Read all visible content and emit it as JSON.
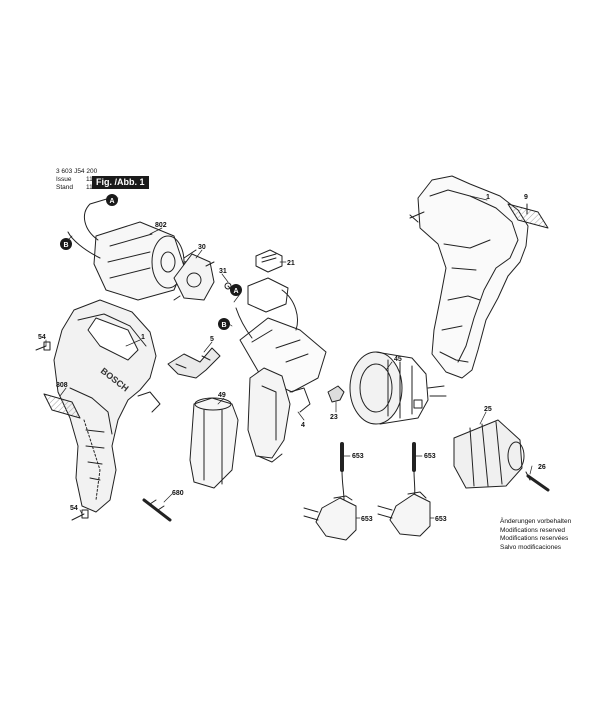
{
  "header": {
    "part_number": "3 603 J54 200",
    "issue_label": "Issue",
    "issue_value": "11-09-07",
    "stand_label": "Stand",
    "stand_value": "11-09-08",
    "figure_label": "Fig. /Abb. 1"
  },
  "notice": {
    "lines": [
      "Änderungen vorbehalten",
      "Modifications reserved",
      "Modifications reservées",
      "Salvo modificaciones"
    ]
  },
  "brand_text": "BOSCH",
  "connectors": {
    "a": "A",
    "b": "B"
  },
  "labels": {
    "housing_right": "1",
    "label_9": "9",
    "motor": "802",
    "gear_30": "30",
    "switch_21": "21",
    "screw_31": "31",
    "screw_54_top": "54",
    "housing_left": "1",
    "terminal_5": "5",
    "nameplate": "808",
    "gearbox": "45",
    "battery": "49",
    "switch_4": "4",
    "knob_23": "23",
    "chuck": "25",
    "screw_26": "26",
    "cable_653_a": "653",
    "cable_653_b": "653",
    "bit": "680",
    "screw_54_bottom": "54",
    "charger_653_a": "653",
    "charger_653_b": "653"
  }
}
